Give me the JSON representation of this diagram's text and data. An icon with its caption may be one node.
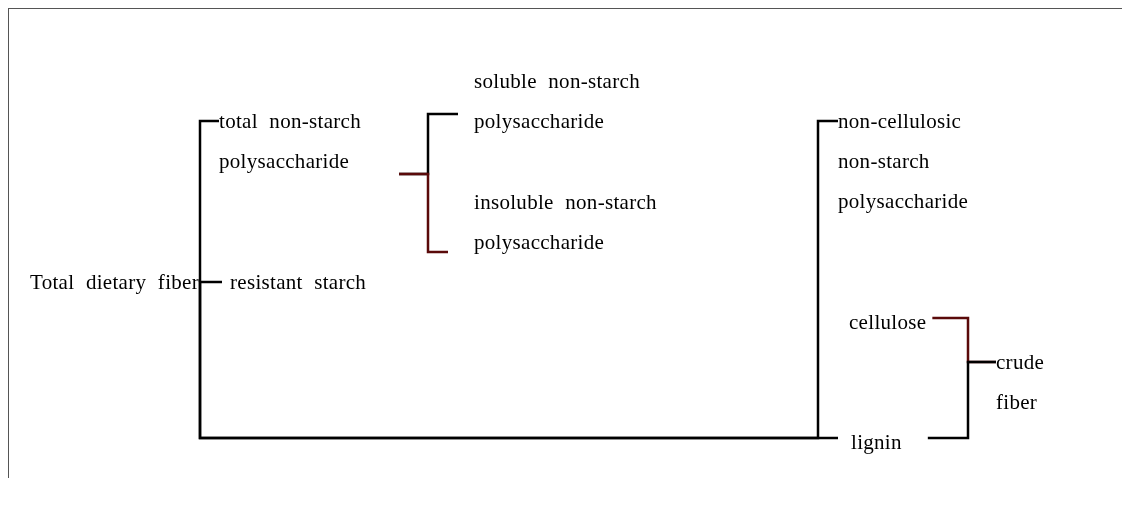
{
  "diagram": {
    "nodes": [
      {
        "text": [
          "Total dietary fiber"
        ]
      },
      {
        "text": [
          "total non-starch polysaccharide"
        ]
      },
      {
        "text": [
          "resistant starch"
        ]
      },
      {
        "text": [
          "soluble non-starch polysaccharide"
        ]
      },
      {
        "text": [
          "insoluble non-starch polysaccharide"
        ]
      },
      {
        "text": [
          "non-cellulosic non-starch polysaccharide"
        ]
      },
      {
        "text": [
          "cellulose"
        ]
      },
      {
        "text": [
          "lignin"
        ]
      },
      {
        "text": [
          "crude fiber"
        ]
      }
    ],
    "edges": [
      {
        "from": 0,
        "to": 1,
        "arrow": "none"
      },
      {
        "from": 0,
        "to": 2,
        "arrow": "none"
      },
      {
        "from": 0,
        "to": 5,
        "arrow": "none"
      },
      {
        "from": 0,
        "to": 7,
        "arrow": "none"
      },
      {
        "from": 1,
        "to": 3,
        "arrow": "none"
      },
      {
        "from": 1,
        "to": 4,
        "arrow": "none",
        "color": "#5a0a0a"
      },
      {
        "from": 6,
        "to": 8,
        "arrow": "none",
        "color": "#5a0a0a"
      },
      {
        "from": 7,
        "to": 8,
        "arrow": "none"
      }
    ]
  }
}
